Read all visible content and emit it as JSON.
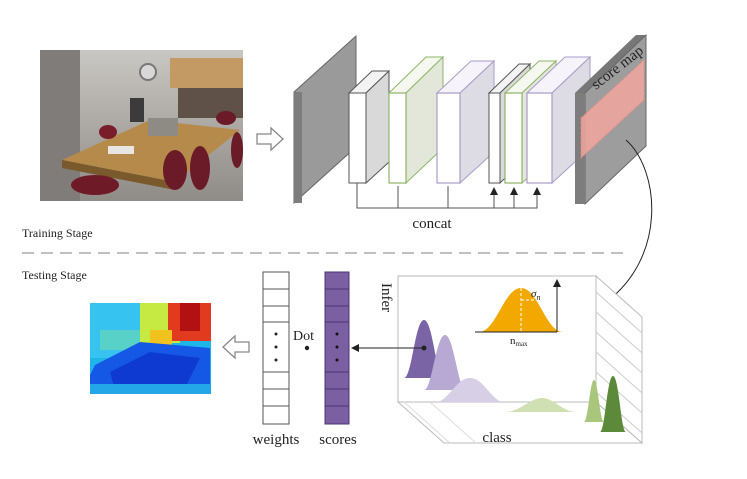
{
  "stages": {
    "training": "Training Stage",
    "testing": "Testing Stage"
  },
  "network": {
    "concat_label": "concat",
    "score_map_label": "score map"
  },
  "inference": {
    "infer_label": "Infer",
    "class_label": "class",
    "sigma_label": "σ",
    "sigma_sub": "n",
    "nmax_label": "n",
    "nmax_sub": "max",
    "dot_label": "Dot",
    "weights_label": "weights",
    "scores_label": "scores"
  },
  "colors": {
    "purple_dark": "#7a64a6",
    "purple_light": "#b7a9d3",
    "green_light": "#c7d9a8",
    "green_dark": "#5d8a3a",
    "orange": "#f3a800",
    "score_bar": "#7b5fa3",
    "score_highlight": "#f3a6a0"
  }
}
